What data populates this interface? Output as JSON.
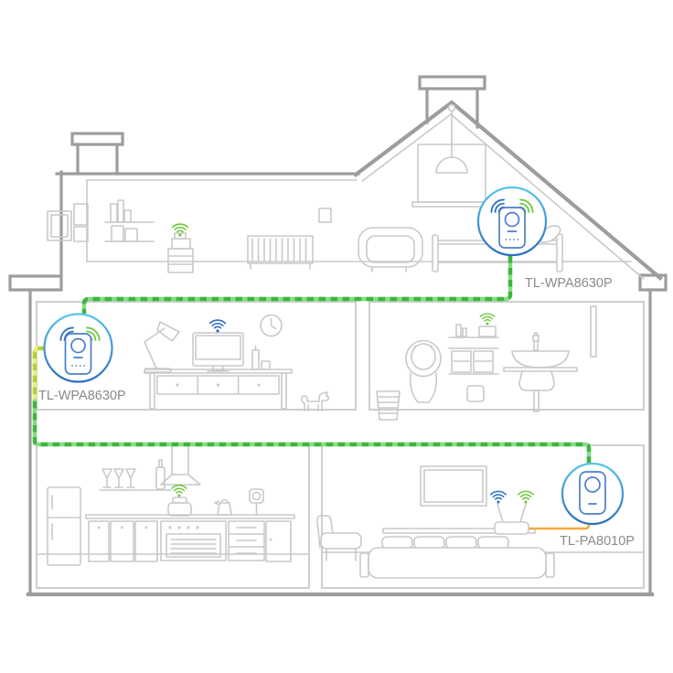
{
  "diagram": {
    "type": "home-powerline-network-illustration",
    "devices": [
      {
        "label": "TL-WPA8630P",
        "kind": "powerline-wifi-extender",
        "location": "attic-bedroom"
      },
      {
        "label": "TL-WPA8630P",
        "kind": "powerline-wifi-extender",
        "location": "living-room"
      },
      {
        "label": "TL-PA8010P",
        "kind": "powerline-adapter",
        "location": "bedroom"
      }
    ],
    "connections": [
      {
        "name": "powerline-backbone",
        "style": "dashed",
        "color": "green"
      },
      {
        "name": "wall-wiring-drop",
        "style": "dashed",
        "color": "yellow-green"
      },
      {
        "name": "ethernet-to-router",
        "style": "solid",
        "color": "orange"
      }
    ],
    "wifi_clients": [
      {
        "name": "printer",
        "room": "attic",
        "signal": "green"
      },
      {
        "name": "desktop-monitor",
        "room": "living-room",
        "signal": "blue"
      },
      {
        "name": "tablet",
        "room": "bathroom",
        "signal": "green"
      },
      {
        "name": "toaster",
        "room": "kitchen",
        "signal": "green"
      },
      {
        "name": "wifi-router",
        "room": "bedroom",
        "signal": "blue-and-green"
      }
    ],
    "colors": {
      "powerline_green": "#3eb53e",
      "powerline_green_light": "#82de82",
      "powerline_yellow": "#b6cf37",
      "powerline_yellow_light": "#e9f083",
      "ethernet_orange": "#f5a93c",
      "wifi_blue": "#2f6fc1",
      "wifi_green": "#6fc83e",
      "device_blue": "#4a7fc9",
      "circle_top": "#55c6e9",
      "circle_bottom": "#2e6cc0",
      "wall_gray": "#9d9d9d",
      "furniture_gray": "#c9c9c9",
      "label_gray": "#8a8a8a"
    }
  }
}
